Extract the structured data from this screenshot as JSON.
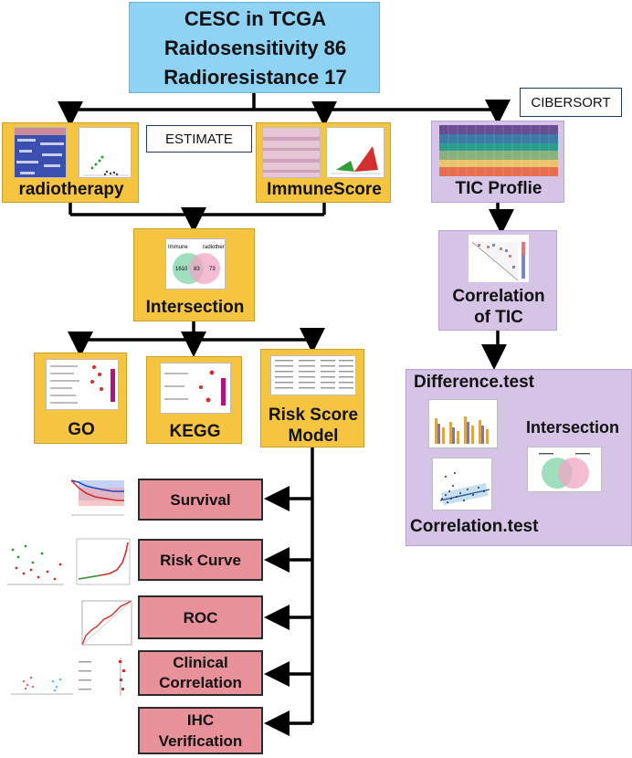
{
  "title_lines": [
    "CESC in TCGA",
    "Raidosensitivity 86",
    "Radioresistance 17"
  ],
  "tags": {
    "estimate": "ESTIMATE",
    "cibersort": "CIBERSORT"
  },
  "nodes": {
    "radiotherapy": "radiotherapy",
    "immunescore": "ImmuneScore",
    "intersection": "Intersection",
    "venn_left": "Immune",
    "venn_right": "radiotherapy",
    "venn_a": "1610",
    "venn_ab": "83",
    "venn_b": "73",
    "go": "GO",
    "kegg": "KEGG",
    "risk_line1": "Risk Score",
    "risk_line2": "Model",
    "tic_profile": "TIC Proflie",
    "corr_line1": "Correlation",
    "corr_line2": "of TIC",
    "difference_test": "Difference.test",
    "right_intersection": "Intersection",
    "correlation_test": "Correlation.test"
  },
  "outcomes": {
    "survival": "Survival",
    "risk_curve": "Risk Curve",
    "roc": "ROC",
    "clinical_line1": "Clinical",
    "clinical_line2": "Correlation",
    "ihc_line1": "IHC",
    "ihc_line2": "Verification"
  },
  "colors": {
    "title_bg": "#8fd3f4",
    "step_yellow": "#f5c542",
    "step_purple": "#d6c4e6",
    "outcome_pink": "#e8919b",
    "venn_green": "#7fd4a8",
    "venn_pink": "#f0a6c4"
  }
}
